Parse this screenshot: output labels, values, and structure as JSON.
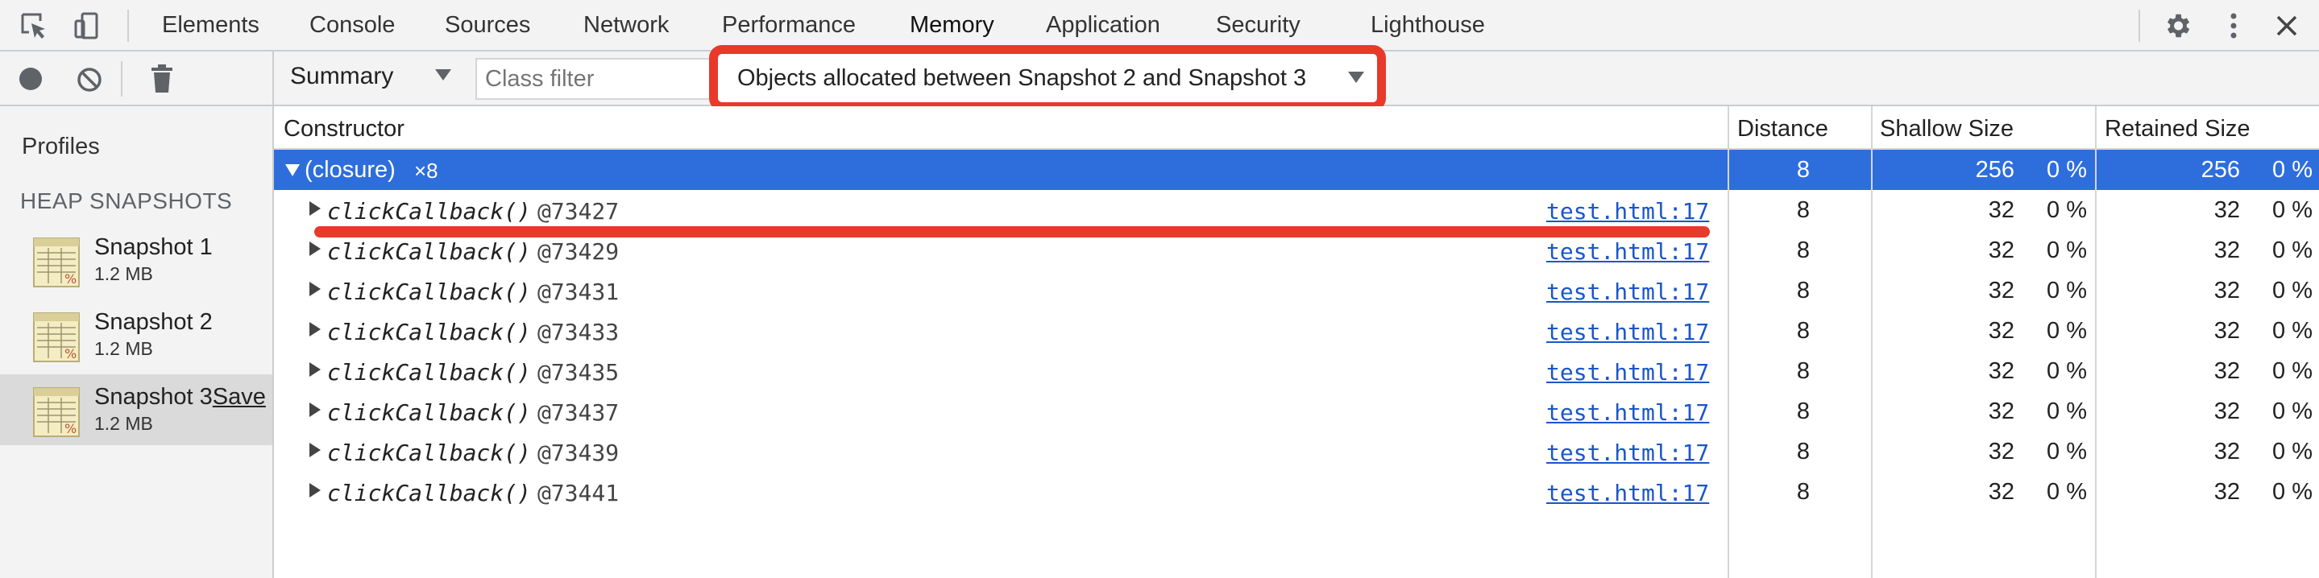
{
  "tabs": [
    "Elements",
    "Console",
    "Sources",
    "Network",
    "Performance",
    "Memory",
    "Application",
    "Security",
    "Lighthouse"
  ],
  "active_tab": "Memory",
  "sidebar": {
    "profiles_label": "Profiles",
    "section_heading": "HEAP SNAPSHOTS",
    "snapshots": [
      {
        "name": "Snapshot 1",
        "size": "1.2 MB"
      },
      {
        "name": "Snapshot 2",
        "size": "1.2 MB"
      },
      {
        "name": "Snapshot 3",
        "size": "1.2 MB",
        "action": "Save"
      }
    ],
    "selected_snapshot": "Snapshot 3"
  },
  "toolbar": {
    "view": "Summary",
    "class_filter_placeholder": "Class filter",
    "range": "Objects allocated between Snapshot 2 and Snapshot 3"
  },
  "table": {
    "columns": [
      "Constructor",
      "Distance",
      "Shallow Size",
      "Retained Size"
    ],
    "group": {
      "name": "(closure)",
      "count": "×8",
      "distance": "8",
      "shallow_size": "256",
      "shallow_pct": "0 %",
      "retained_size": "256",
      "retained_pct": "0 %"
    },
    "rows": [
      {
        "fn": "clickCallback()",
        "id": "@73427",
        "source": "test.html:17",
        "distance": "8",
        "shallow_size": "32",
        "shallow_pct": "0 %",
        "retained_size": "32",
        "retained_pct": "0 %"
      },
      {
        "fn": "clickCallback()",
        "id": "@73429",
        "source": "test.html:17",
        "distance": "8",
        "shallow_size": "32",
        "shallow_pct": "0 %",
        "retained_size": "32",
        "retained_pct": "0 %"
      },
      {
        "fn": "clickCallback()",
        "id": "@73431",
        "source": "test.html:17",
        "distance": "8",
        "shallow_size": "32",
        "shallow_pct": "0 %",
        "retained_size": "32",
        "retained_pct": "0 %"
      },
      {
        "fn": "clickCallback()",
        "id": "@73433",
        "source": "test.html:17",
        "distance": "8",
        "shallow_size": "32",
        "shallow_pct": "0 %",
        "retained_size": "32",
        "retained_pct": "0 %"
      },
      {
        "fn": "clickCallback()",
        "id": "@73435",
        "source": "test.html:17",
        "distance": "8",
        "shallow_size": "32",
        "shallow_pct": "0 %",
        "retained_size": "32",
        "retained_pct": "0 %"
      },
      {
        "fn": "clickCallback()",
        "id": "@73437",
        "source": "test.html:17",
        "distance": "8",
        "shallow_size": "32",
        "shallow_pct": "0 %",
        "retained_size": "32",
        "retained_pct": "0 %"
      },
      {
        "fn": "clickCallback()",
        "id": "@73439",
        "source": "test.html:17",
        "distance": "8",
        "shallow_size": "32",
        "shallow_pct": "0 %",
        "retained_size": "32",
        "retained_pct": "0 %"
      },
      {
        "fn": "clickCallback()",
        "id": "@73441",
        "source": "test.html:17",
        "distance": "8",
        "shallow_size": "32",
        "shallow_pct": "0 %",
        "retained_size": "32",
        "retained_pct": "0 %"
      }
    ]
  },
  "icons": {
    "toolbar_left": [
      "inspect-element-icon",
      "device-toolbar-icon"
    ],
    "toolbar_right": [
      "gear-icon",
      "more-vertical-icon",
      "close-icon"
    ],
    "sidebar_toolbar": [
      "record-icon",
      "clear-icon",
      "trash-icon"
    ]
  },
  "colors": {
    "selection": "#2e6edc",
    "highlight_annotation": "#e8392b",
    "link": "#1a56c9",
    "panel_bg": "#f3f3f3"
  }
}
